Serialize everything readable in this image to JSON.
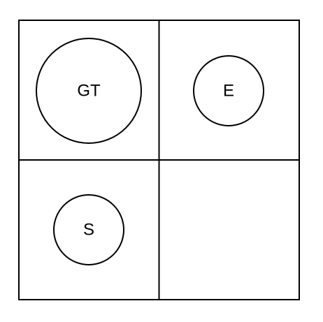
{
  "grid": {
    "rows": 2,
    "cols": 2,
    "line_color": "#000000",
    "background": "#ffffff"
  },
  "circles": [
    {
      "id": "gt",
      "label": "GT",
      "cell": "top-left"
    },
    {
      "id": "e",
      "label": "E",
      "cell": "top-right"
    },
    {
      "id": "s",
      "label": "S",
      "cell": "bottom-left"
    }
  ],
  "empty_cells": [
    "bottom-right"
  ]
}
